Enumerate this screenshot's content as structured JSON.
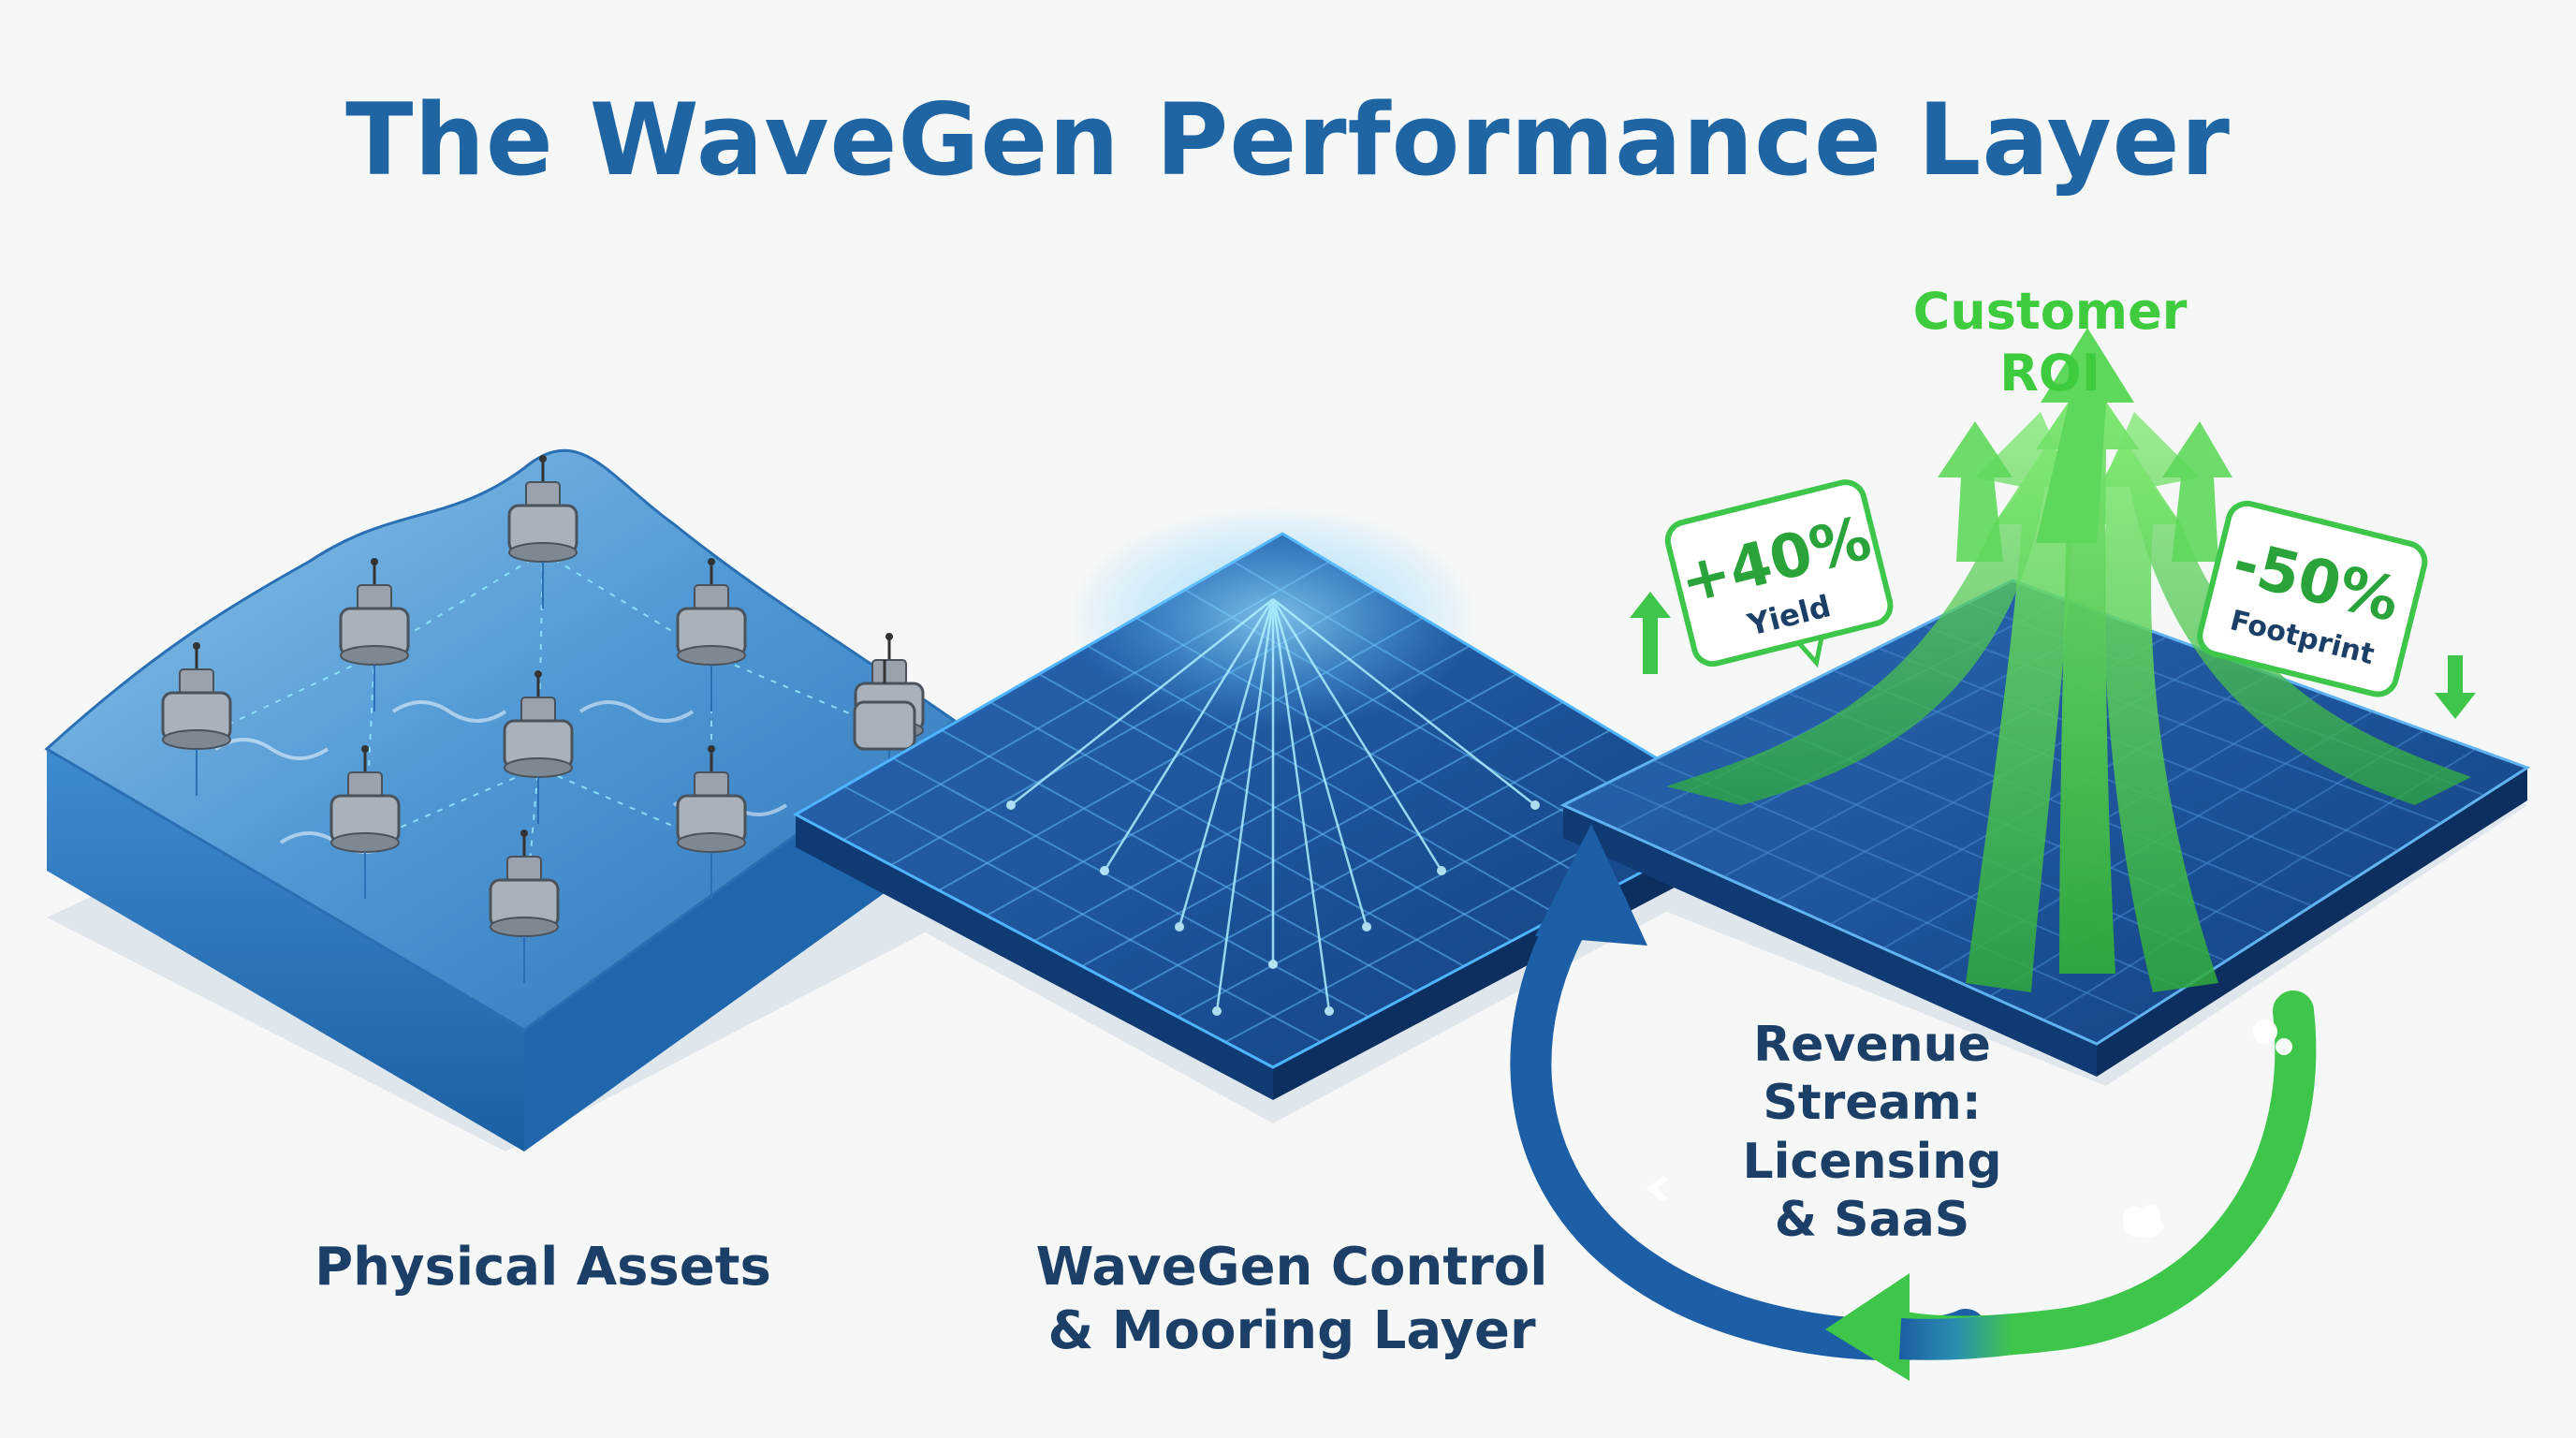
{
  "title": "The WaveGen Performance Layer",
  "layers": {
    "physical": {
      "label": "Physical Assets"
    },
    "control": {
      "label_line1": "WaveGen Control",
      "label_line2": "& Mooring Layer"
    },
    "roi": {
      "label_line1": "Customer",
      "label_line2": "ROI",
      "yield_value": "+40%",
      "yield_label": "Yield",
      "footprint_value": "-50%",
      "footprint_label": "Footprint"
    }
  },
  "revenue": {
    "line1": "Revenue",
    "line2": "Stream:",
    "line3": "Licensing",
    "line4": "& SaaS"
  },
  "colors": {
    "title": "#1f64a3",
    "label": "#1b3f66",
    "accent_green": "#3ecb3e",
    "ocean_blue": "#2f7fc4",
    "grid_blue": "#184f92"
  }
}
